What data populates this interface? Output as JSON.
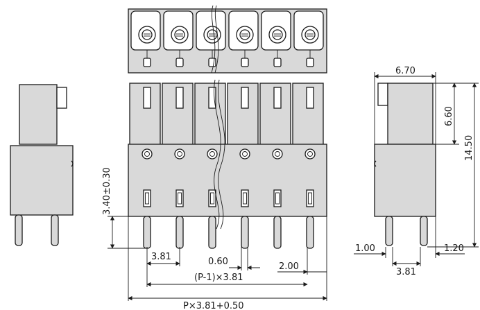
{
  "drawing": {
    "positions": 6,
    "fill_color": "#d9d9d9",
    "line_color": "#1a1a1a"
  },
  "dims": {
    "depth": "6.70",
    "upper_height": "6.60",
    "total_height": "14.50",
    "pin_left": "1.00",
    "pin_right": "1.20",
    "pitch_side": "3.81",
    "pin_length": "3.40±0.30",
    "pitch_front": "3.81",
    "pin_thickness": "0.60",
    "edge_offset": "2.00",
    "pitch_span": "(P-1)×3.81",
    "overall_length": "P×3.81+0.50"
  }
}
